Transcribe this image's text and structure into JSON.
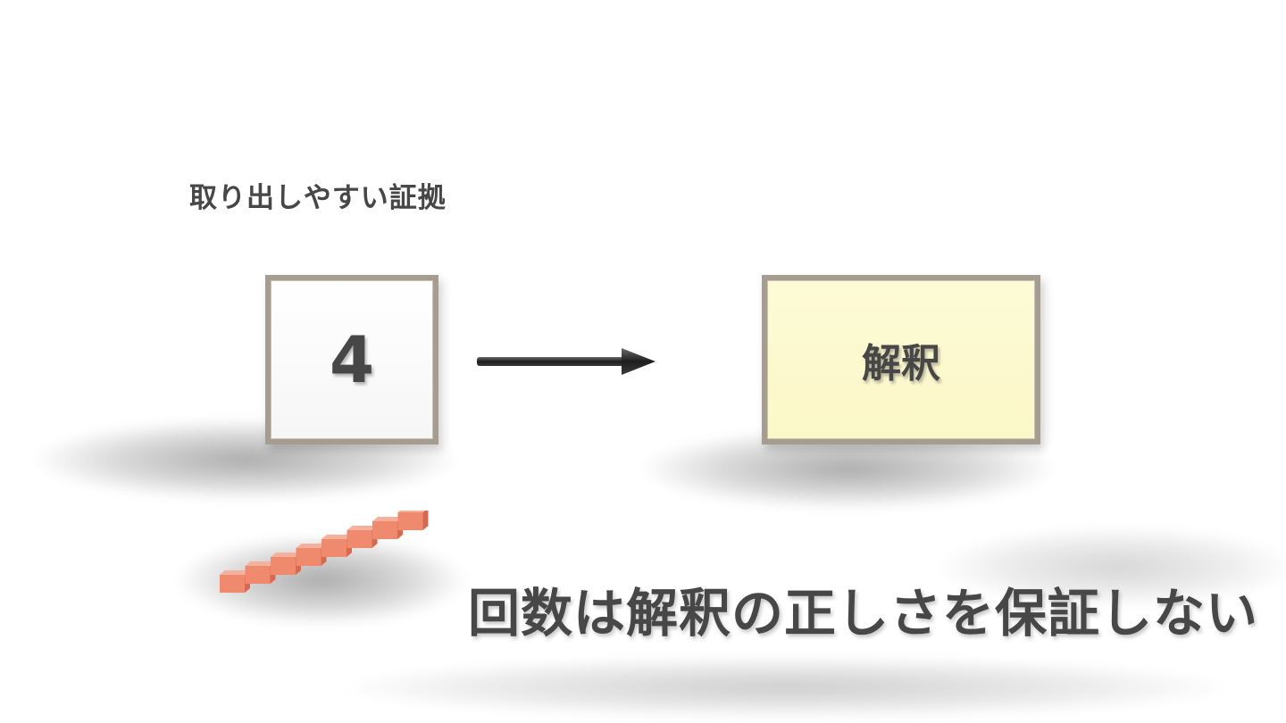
{
  "caption": "取り出しやすい証拠",
  "number_card": {
    "value": "4",
    "color": "#ffffff",
    "border_color": "#a59d8f"
  },
  "interpretation_card": {
    "label": "解釈",
    "color": "#fbf8cc",
    "border_color": "#a59d8f"
  },
  "arrow": {
    "icon": "right-arrow-icon",
    "color": "#333333"
  },
  "stairs": {
    "icon": "staircase-icon",
    "steps": 8,
    "color": "#f08a6e"
  },
  "headline": "回数は解釈の正しさを保証しない",
  "text_color": "#474747"
}
